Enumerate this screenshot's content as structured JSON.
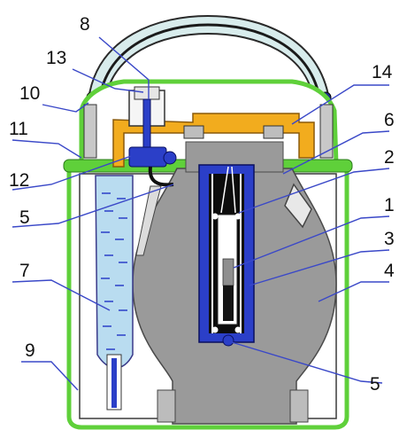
{
  "diagram": {
    "labels": {
      "l1": "1",
      "l2": "2",
      "l3": "3",
      "l4": "4",
      "l5_left": "5",
      "l5_bottom": "5",
      "l6": "6",
      "l7": "7",
      "l8": "8",
      "l9": "9",
      "l10": "10",
      "l11": "11",
      "l12": "12",
      "l13": "13",
      "l14": "14"
    },
    "colors": {
      "housing": "#5fd03a",
      "housing_fill": "#ffffff",
      "core": "#9a9a9a",
      "cap": "#f2ac1e",
      "chamber": "#2b3fc8",
      "reservoir": "#b9dcf0",
      "handle_fill": "#d8ecec",
      "leader": "#3a48c8"
    }
  }
}
